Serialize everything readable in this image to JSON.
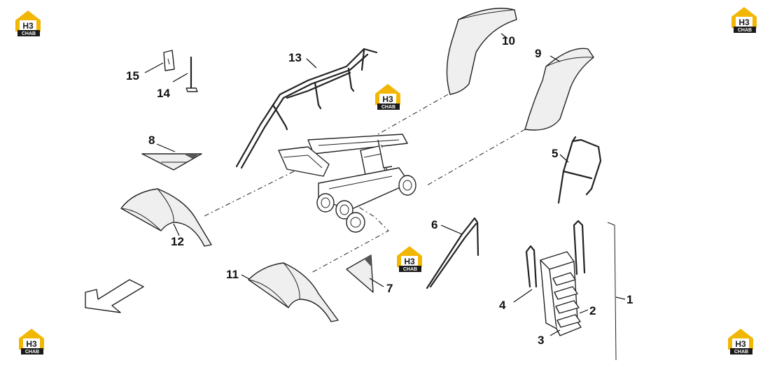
{
  "callouts": {
    "c1": "1",
    "c2": "2",
    "c3": "3",
    "c4": "4",
    "c5": "5",
    "c6": "6",
    "c7": "7",
    "c8": "8",
    "c9": "9",
    "c10": "10",
    "c11": "11",
    "c12": "12",
    "c13": "13",
    "c14": "14",
    "c15": "15"
  },
  "logo": {
    "top": "H3",
    "bottom": "CHAB",
    "accent_color": "#f2b705",
    "dark_color": "#1a1a1a"
  }
}
